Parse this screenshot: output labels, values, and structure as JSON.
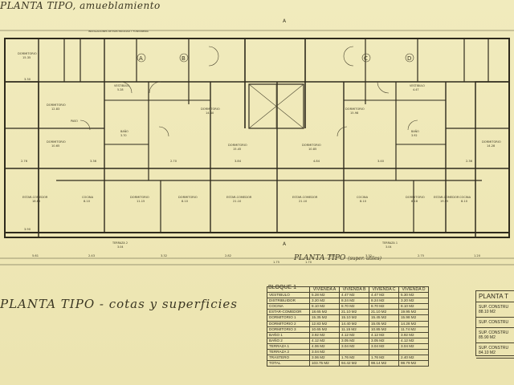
{
  "header": {
    "title": "PLANTA TIPO, amueblamiento"
  },
  "plan_label": {
    "main": "PLANTA TIPO",
    "note": "(super. utiles)"
  },
  "subtitle": "PLANTA TIPO - cotas y superficies",
  "plan": {
    "sections": [
      "A",
      "B",
      "C",
      "D"
    ],
    "rooms": [
      {
        "name": "DORMITORIO",
        "area": "15.35"
      },
      {
        "name": "DORMITORIO",
        "area": "12.83"
      },
      {
        "name": "DORMITORIO",
        "area": "10.65"
      },
      {
        "name": "ESTAR-COMEDOR",
        "area": "18.65"
      },
      {
        "name": "COCINA",
        "area": "8.10"
      },
      {
        "name": "DORMITORIO",
        "area": "11.15"
      },
      {
        "name": "DORMITORIO",
        "area": "8.10"
      },
      {
        "name": "DORMITORIO",
        "area": "14.40"
      },
      {
        "name": "ESTAR-COMEDOR",
        "area": "21.10"
      },
      {
        "name": "ESTAR-COMEDOR",
        "area": "21.10"
      },
      {
        "name": "DORMITORIO",
        "area": "15.45"
      },
      {
        "name": "DORMITORIO",
        "area": "10.85"
      },
      {
        "name": "COCINA",
        "area": "8.10"
      },
      {
        "name": "DORMITORIO",
        "area": "8.18"
      },
      {
        "name": "DORMITORIO",
        "area": "15.98"
      },
      {
        "name": "DORMITORIO",
        "area": "14.28"
      },
      {
        "name": "ESTAR-COMEDOR",
        "area": "19.95"
      },
      {
        "name": "COCINA",
        "area": "8.10"
      },
      {
        "name": "VESTIBULO",
        "area": "5.28"
      },
      {
        "name": "VESTIBULO",
        "area": "4.47"
      },
      {
        "name": "BAÑO",
        "area": "3.70"
      },
      {
        "name": "BAÑO",
        "area": "3.92"
      },
      {
        "name": "TERRAZA 2",
        "area": "3.04"
      },
      {
        "name": "TERRAZA 1",
        "area": "3.04"
      },
      {
        "name": "INSTALACIONES DE ELECTRICIDAD Y FONTANERIA",
        "area": ""
      },
      {
        "name": "PASO",
        "area": ""
      }
    ],
    "dimensions": [
      "3.30",
      "2.76",
      "3.36",
      "2.70",
      "3.84",
      "4.84",
      "3.40",
      "2.36",
      "3.90",
      "1.75",
      "1.70",
      "2.43",
      "3.32",
      "3.32",
      "2.75",
      "1.20",
      "5.61",
      "2.82",
      "3.01"
    ]
  },
  "table": {
    "block": "BLOQUE 1",
    "headers": [
      "",
      "VIVIENDA A",
      "VIVIENDA B",
      "VIVIENDA C",
      "VIVIENDA D"
    ],
    "rows": [
      [
        "VESTIBULO",
        "5.28 M2",
        "4.47 M2",
        "4.47 M2",
        "5.30 M2"
      ],
      [
        "DISTRIBUIDOR",
        "3.20 M2",
        "8.24 M2",
        "8.24 M2",
        "3.20 M2"
      ],
      [
        "COCINA",
        "8.10 M2",
        "8.70 M2",
        "8.70 M2",
        "8.10 M2"
      ],
      [
        "ESTAR-COMEDOR",
        "18.65 M2",
        "21.10 M2",
        "21.10 M2",
        "19.95 M2"
      ],
      [
        "DORMITORIO 1",
        "15.35 M2",
        "15.10 M2",
        "15.45 M2",
        "15.98 M2"
      ],
      [
        "DORMITORIO 2",
        "12.83 M2",
        "14.40 M2",
        "15.05 M2",
        "14.28 M2"
      ],
      [
        "DORMITORIO 3",
        "10.65 M2",
        "11.15 M2",
        "10.85 M2",
        "11.74 M2"
      ],
      [
        "BAÑO 1",
        "3.92 M2",
        "4.12 M2",
        "4.12 M2",
        "3.92 M2"
      ],
      [
        "BAÑO 2",
        "4.12 M2",
        "3.05 M2",
        "3.05 M2",
        "4.12 M2"
      ],
      [
        "TERRAZA 1",
        "4.06 M2",
        "3.04 M2",
        "3.04 M2",
        "3.04 M2"
      ],
      [
        "TERRAZA 2",
        "3.04 M2",
        "",
        "",
        ""
      ],
      [
        "TRASTERO",
        "3.06 M2",
        "1.76 M2",
        "1.76 M2",
        "2.40 M2"
      ],
      [
        "TOTAL",
        "103.75 M2",
        "94.42 M2",
        "98.14 M2",
        "98.79 M2"
      ]
    ]
  },
  "summary": {
    "title": "PLANTA T",
    "rows": [
      "SUP. CONSTRU",
      "SUP. CONSTRU",
      "SUP. CONSTRU",
      "SUP. CONSTRU"
    ],
    "values": [
      "88.10 M2",
      "",
      "85.90 M2",
      "84.10 M2"
    ]
  },
  "colors": {
    "paper": "#efe8b6",
    "ink": "#2e2a1c"
  }
}
